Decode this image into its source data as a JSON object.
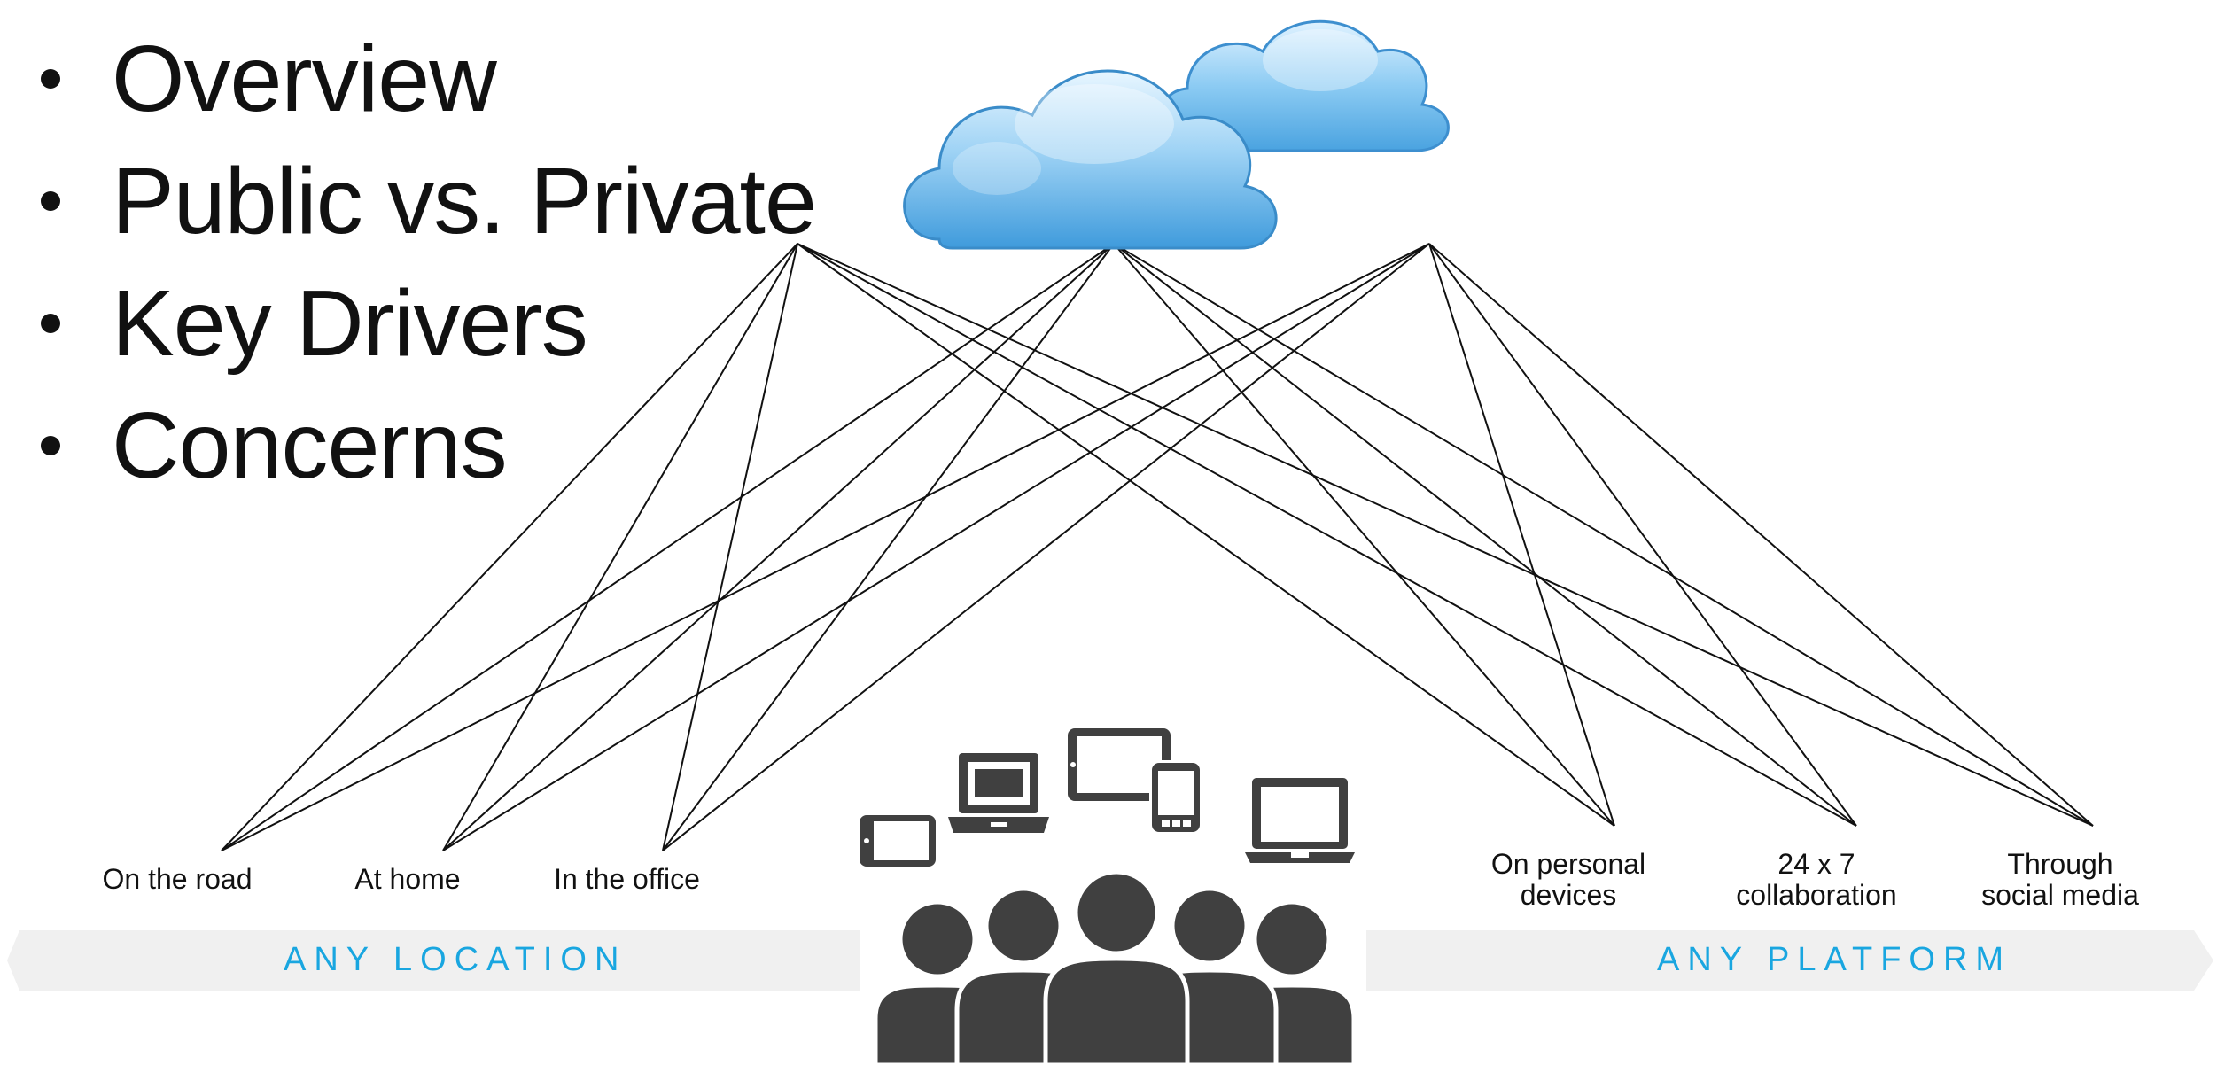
{
  "slide": {
    "bullets": [
      "Overview",
      "Public vs. Private",
      "Key Drivers",
      "Concerns"
    ]
  },
  "diagram": {
    "location_labels": {
      "road": "On the road",
      "home": "At home",
      "office": "In the office"
    },
    "platform_labels": {
      "devices_line1": "On personal",
      "devices_line2": "devices",
      "collab_line1": "24 x 7",
      "collab_line2": "collaboration",
      "social_line1": "Through",
      "social_line2": "social media"
    },
    "band_left": "ANY LOCATION",
    "band_right": "ANY PLATFORM"
  },
  "icons": [
    "cloud-icon",
    "tablet-icon",
    "laptop-icon",
    "tablet-portrait-icon",
    "smartphone-icon",
    "laptop-open-icon",
    "people-group-icon"
  ],
  "colors": {
    "accent": "#19a6e0",
    "band": "#f0f0f0",
    "icon": "#404040",
    "line": "#111111",
    "cloud": "#5fb3e8"
  }
}
